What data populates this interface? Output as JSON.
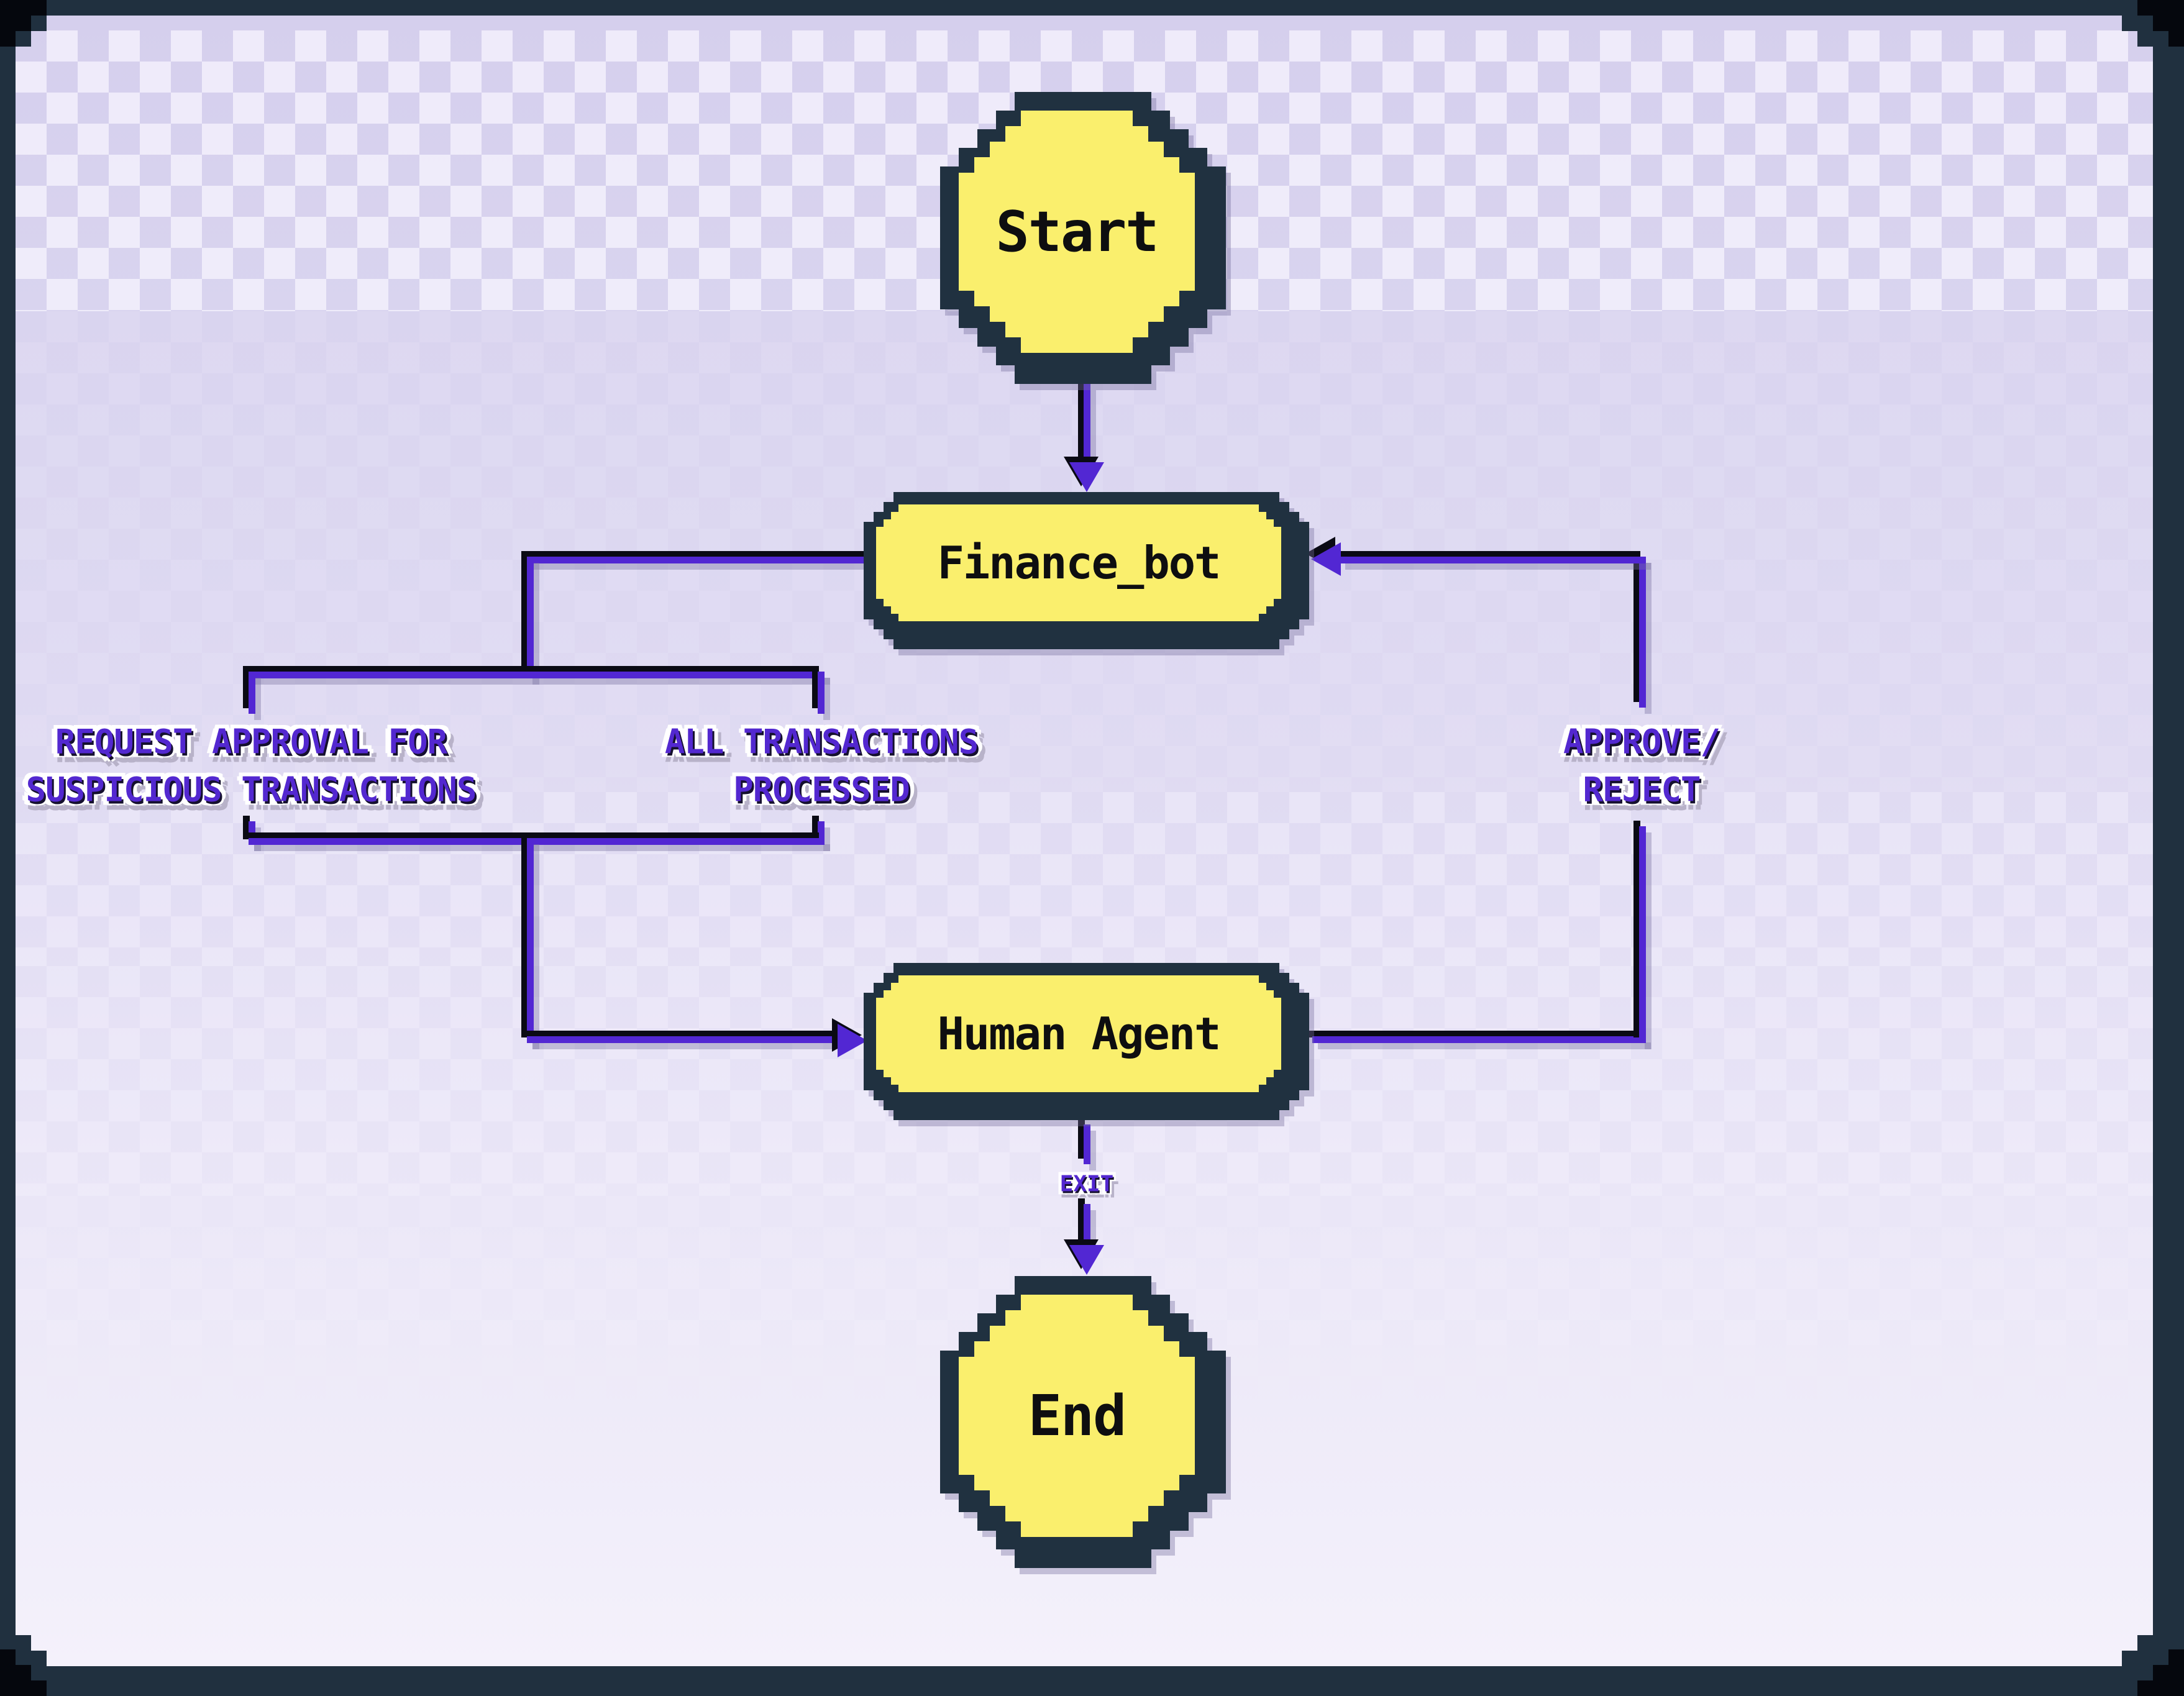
{
  "diagram": {
    "nodes": [
      {
        "id": "start",
        "label": "Start",
        "type": "terminator"
      },
      {
        "id": "finance_bot",
        "label": "Finance_bot",
        "type": "process"
      },
      {
        "id": "human_agent",
        "label": "Human Agent",
        "type": "process"
      },
      {
        "id": "end",
        "label": "End",
        "type": "terminator"
      }
    ],
    "edges": [
      {
        "from": "start",
        "to": "finance_bot",
        "label": ""
      },
      {
        "from": "finance_bot",
        "to": "human_agent",
        "label": "REQUEST APPROVAL FOR SUSPICIOUS TRANSACTIONS"
      },
      {
        "from": "finance_bot",
        "to": "human_agent",
        "label": "ALL TRANSACTIONS PROCESSED"
      },
      {
        "from": "human_agent",
        "to": "finance_bot",
        "label": "APPROVE/REJECT"
      },
      {
        "from": "human_agent",
        "to": "end",
        "label": "EXIT"
      }
    ],
    "edge_label_display": {
      "request_approval": "REQUEST APPROVAL FOR\nSUSPICIOUS TRANSACTIONS",
      "all_processed": "ALL TRANSACTIONS\nPROCESSED",
      "approve_reject": "APPROVE/\nREJECT",
      "exit": "EXIT"
    },
    "colors": {
      "background_top": "#d5cfed",
      "background_bottom": "#f4f1fb",
      "checker": "#f5f2fd",
      "frame": "#20303f",
      "frame_outside": "#05070d",
      "node_fill": "#faef6d",
      "node_border": "#203140",
      "node_text": "#0e0e10",
      "edge": "#5227d3",
      "edge_shadow": "#0a0a14",
      "label_text": "#5328d0",
      "label_outline": "#ffffff",
      "label_drop_shadow": "#b8b2c9"
    }
  }
}
